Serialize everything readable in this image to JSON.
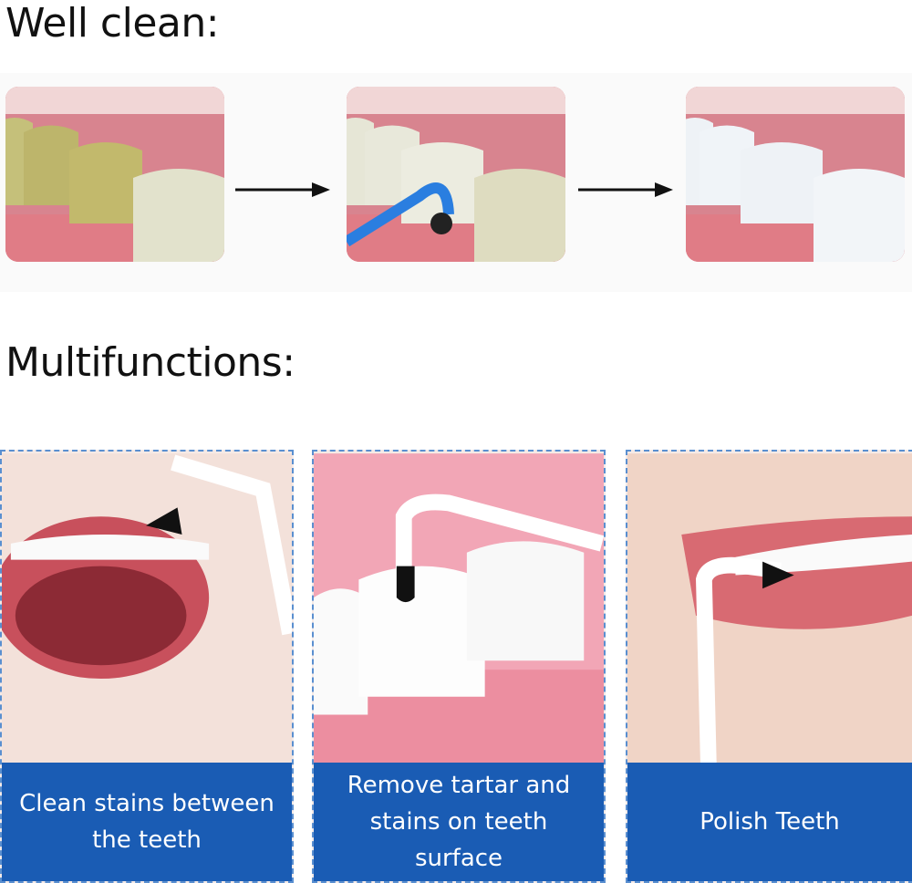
{
  "headings": {
    "well_clean": "Well clean:",
    "multifunctions": "Multifunctions:"
  },
  "steps": [
    {
      "name": "stained-teeth",
      "tooth_color": "#c9c27a"
    },
    {
      "name": "cleaning-with-tool",
      "tooth_color": "#e6e6d2",
      "tool_color": "#2a7ee0"
    },
    {
      "name": "clean-teeth",
      "tooth_color": "#eef2f6"
    }
  ],
  "functions": [
    {
      "caption": "Clean stains between the teeth"
    },
    {
      "caption": "Remove tartar and stains on teeth surface"
    },
    {
      "caption": "Polish Teeth"
    }
  ],
  "colors": {
    "caption_bg": "#1a5cb4",
    "gum": "#e9a5ad",
    "border": "#5a8fd0"
  }
}
